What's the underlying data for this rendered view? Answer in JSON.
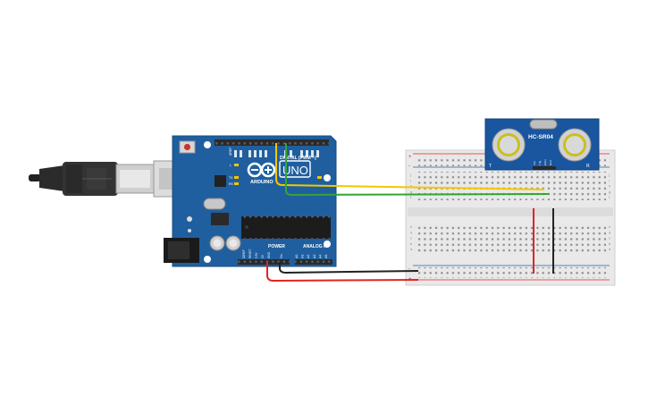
{
  "board": {
    "brand": "ARDUINO",
    "model": "UNO",
    "digital_label": "DIGITAL (PWM ~)",
    "power_label": "POWER",
    "analog_label": "ANALOG IN",
    "led_l": "L",
    "led_tx": "TX",
    "led_rx": "RX",
    "led_on": "ON",
    "aref": "AREF",
    "gnd": "GND",
    "ioref": "IOREF",
    "reset": "RESET",
    "v33": "3.3V",
    "v5": "5V",
    "vin": "Vin",
    "analog_pins": [
      "A0",
      "A1",
      "A2",
      "A3",
      "A4",
      "A5"
    ]
  },
  "sensor": {
    "model": "HC-SR04",
    "pins": [
      "Vcc",
      "Trig",
      "Echo",
      "Gnd"
    ],
    "mark_t": "T",
    "mark_r": "R"
  },
  "breadboard": {
    "plus": "+",
    "minus": "-",
    "top_letters": [
      "j",
      "i",
      "h",
      "g",
      "f"
    ],
    "bottom_letters": [
      "e",
      "d",
      "c",
      "b",
      "a"
    ]
  },
  "colors": {
    "board_blue": "#1f5f9f",
    "wire_yellow": "#f2c700",
    "wire_green": "#33a532",
    "wire_red": "#e0241f",
    "wire_black": "#222222",
    "sensor_blue": "#1a56a0"
  },
  "icons": {
    "usb": "usb-cable-icon",
    "logo": "arduino-infinity-icon"
  }
}
